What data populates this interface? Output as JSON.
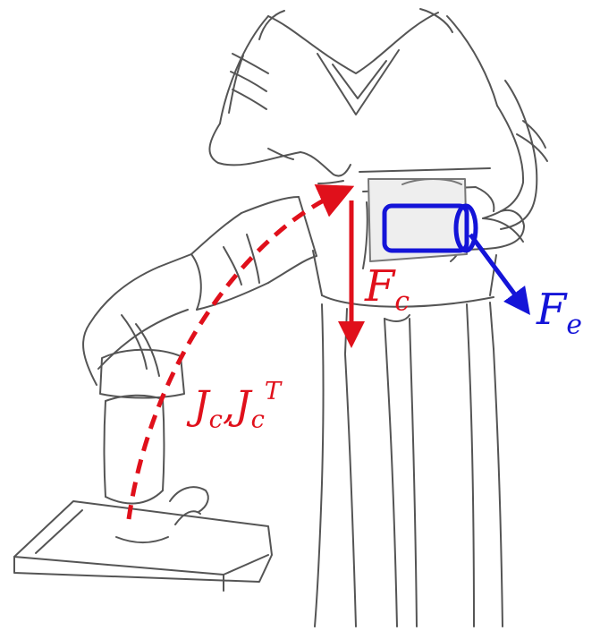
{
  "labels": {
    "contact_force": {
      "main": "F",
      "sub": "c"
    },
    "external_force": {
      "main": "F",
      "sub": "e"
    },
    "jacobian": {
      "main_1": "J",
      "sub_1": "c",
      "sep": ",",
      "main_2": "J",
      "sub_2": "c",
      "sup_2": "T"
    }
  },
  "colors": {
    "contact": "#e0101b",
    "external": "#1414d8",
    "sketch": "#555555"
  }
}
